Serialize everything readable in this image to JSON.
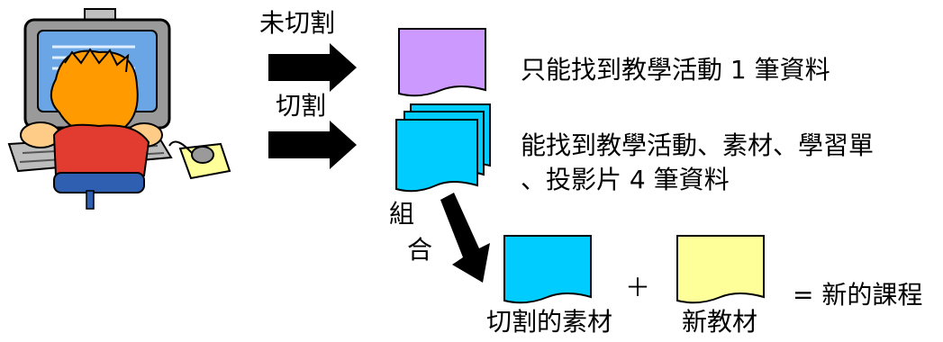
{
  "labels": {
    "uncut": "未切割",
    "cut": "切割",
    "combine_1": "組",
    "combine_2": "合",
    "uncut_result": "只能找到教學活動 1 筆資料",
    "cut_result_line1": "能找到教學活動、素材、學習單",
    "cut_result_line2": "、投影片 4 筆資料",
    "cut_material": "切割的素材",
    "plus": "＋",
    "new_material": "新教材",
    "equals_new_course": "= 新的課程"
  },
  "colors": {
    "uncut_doc": "#CC99FF",
    "cut_doc": "#00CCFF",
    "new_doc": "#FFFF99",
    "arrow": "#000000"
  },
  "icons": {
    "user": "computer-user-icon"
  }
}
